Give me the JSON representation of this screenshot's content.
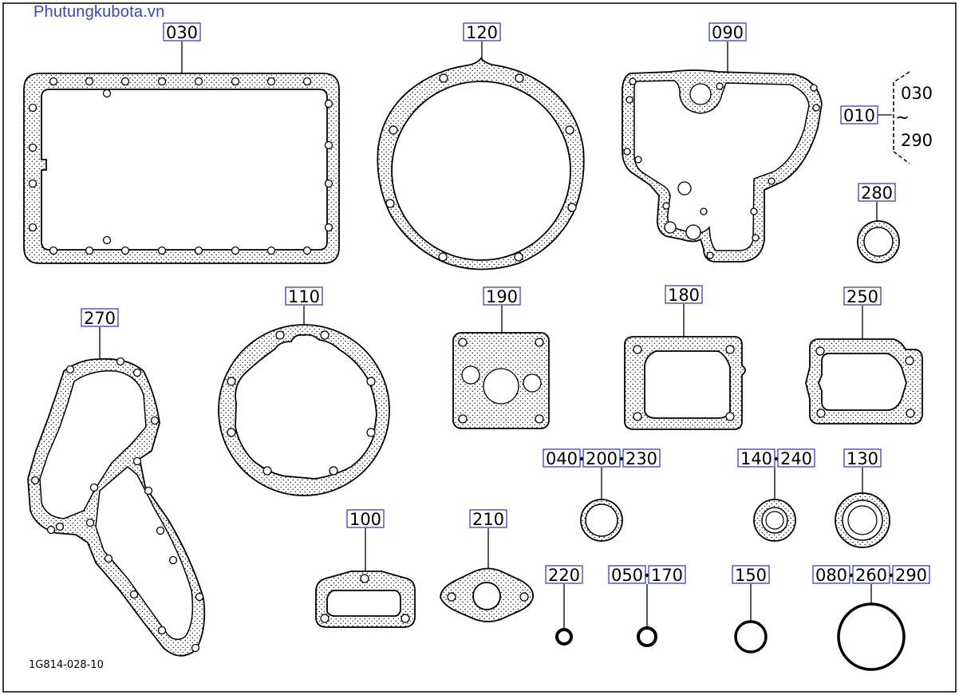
{
  "header": {
    "watermark": "Phutungkubota.vn"
  },
  "footer": {
    "drawing_number": "1G814-028-10"
  },
  "callouts": {
    "c030": "030",
    "c120": "120",
    "c090": "090",
    "c010": "010",
    "c010_range_top": "030",
    "c010_range_sep": "~",
    "c010_range_bottom": "290",
    "c280": "280",
    "c270": "270",
    "c110": "110",
    "c190": "190",
    "c180": "180",
    "c250": "250",
    "c040": "040",
    "c200": "200",
    "c230": "230",
    "c140": "140",
    "c240": "240",
    "c130": "130",
    "c100": "100",
    "c210": "210",
    "c220": "220",
    "c050": "050",
    "c170": "170",
    "c150": "150",
    "c080": "080",
    "c260": "260",
    "c290": "290"
  }
}
